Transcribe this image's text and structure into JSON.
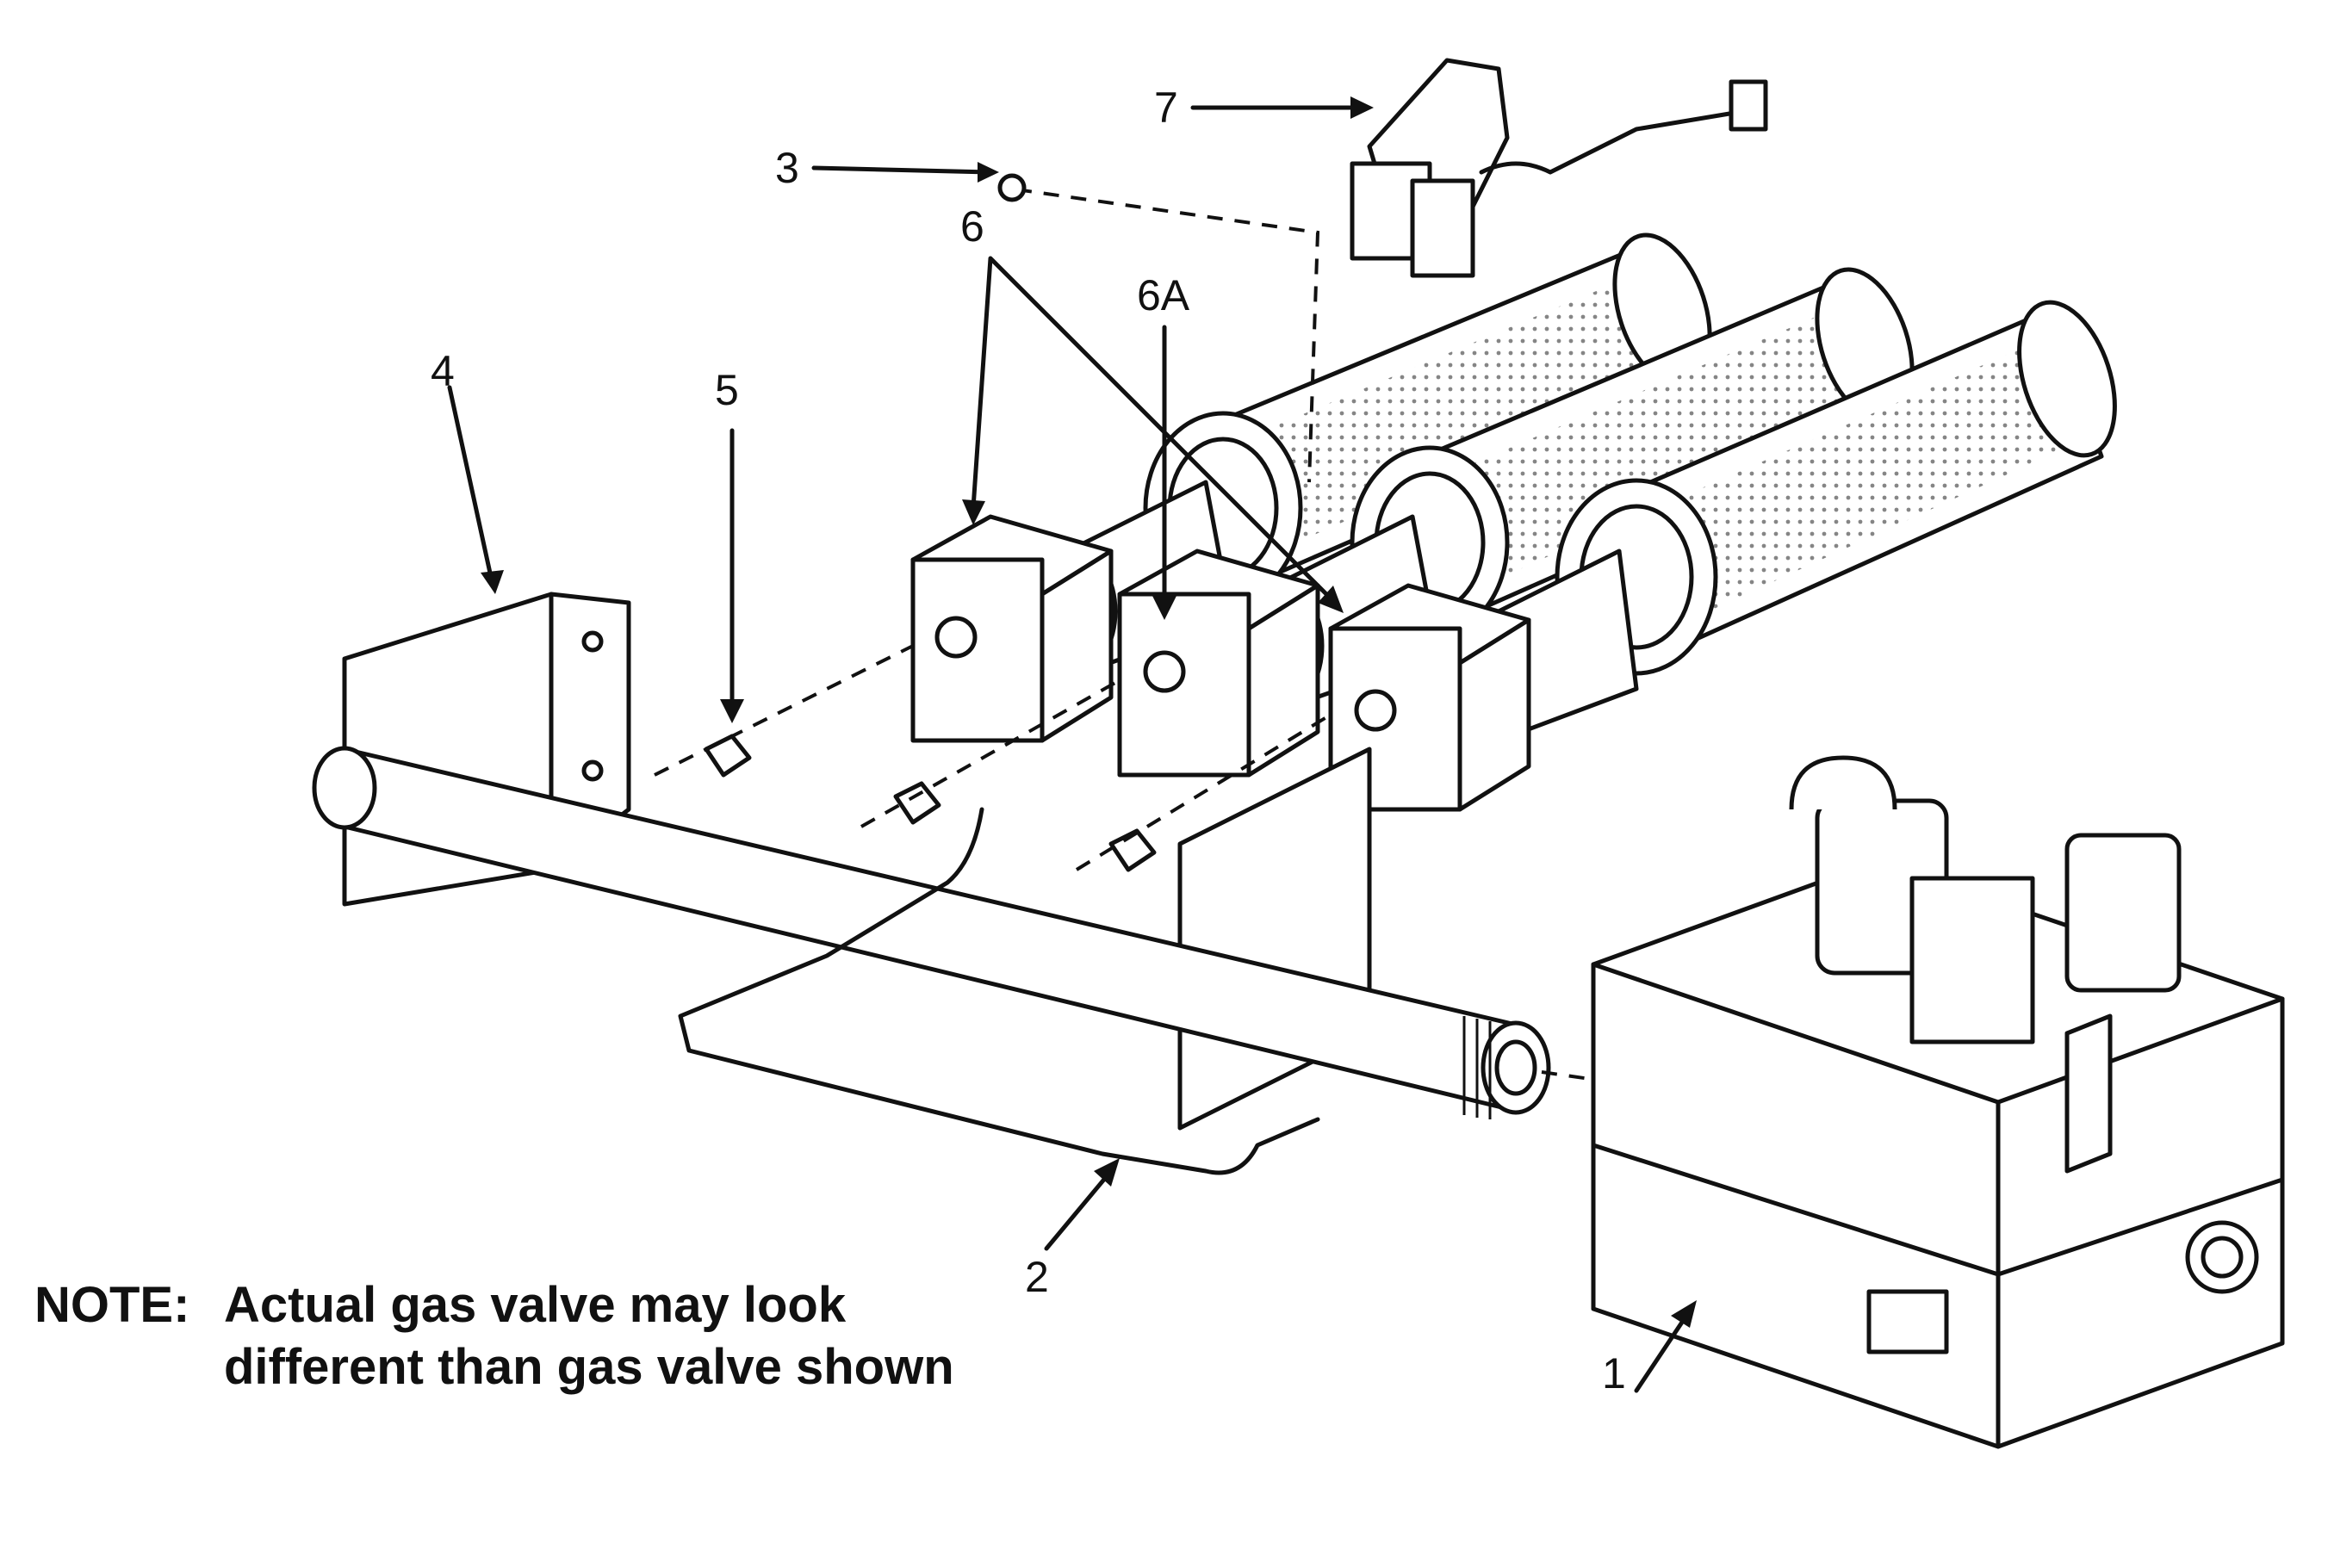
{
  "callouts": [
    {
      "id": "1",
      "text": "1"
    },
    {
      "id": "2",
      "text": "2"
    },
    {
      "id": "3",
      "text": "3"
    },
    {
      "id": "4",
      "text": "4"
    },
    {
      "id": "5",
      "text": "5"
    },
    {
      "id": "6",
      "text": "6"
    },
    {
      "id": "6A",
      "text": "6A"
    },
    {
      "id": "7",
      "text": "7"
    }
  ],
  "note": {
    "label": "NOTE:",
    "line1": "Actual gas valve may look",
    "line2": "different than gas valve shown"
  }
}
